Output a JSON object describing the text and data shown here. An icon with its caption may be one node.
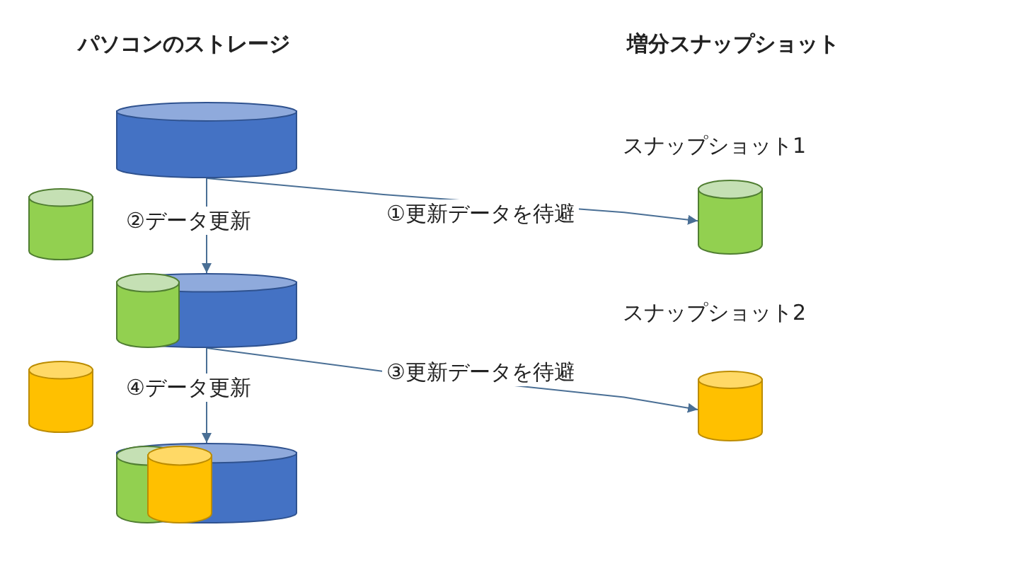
{
  "diagram": {
    "nodes": [
      {
        "text": [],
        "shape": "cylinder"
      },
      {
        "text": [],
        "shape": "cylinder"
      },
      {
        "text": [],
        "shape": "cylinder"
      },
      {
        "text": [],
        "shape": "cylinder",
        "in": 2
      },
      {
        "text": [],
        "shape": "cylinder"
      },
      {
        "text": [],
        "shape": "cylinder"
      },
      {
        "text": [],
        "shape": "cylinder",
        "in": 5
      },
      {
        "text": [],
        "shape": "cylinder",
        "in": 5
      },
      {
        "text": [
          "スナップショット1"
        ]
      },
      {
        "text": [
          "スナップショット2"
        ]
      }
    ],
    "edges": [
      {
        "from": 0,
        "to": 8,
        "arrow": "to",
        "label": "①更新データを待避"
      },
      {
        "from": 0,
        "to": 2,
        "arrow": "to",
        "label": "②データ更新"
      },
      {
        "from": 2,
        "to": 9,
        "arrow": "to",
        "label": "③更新データを待避"
      },
      {
        "from": 2,
        "to": 5,
        "arrow": "to",
        "label": "④データ更新"
      }
    ],
    "labels": [
      "パソコンのストレージ",
      "増分スナップショット"
    ]
  }
}
